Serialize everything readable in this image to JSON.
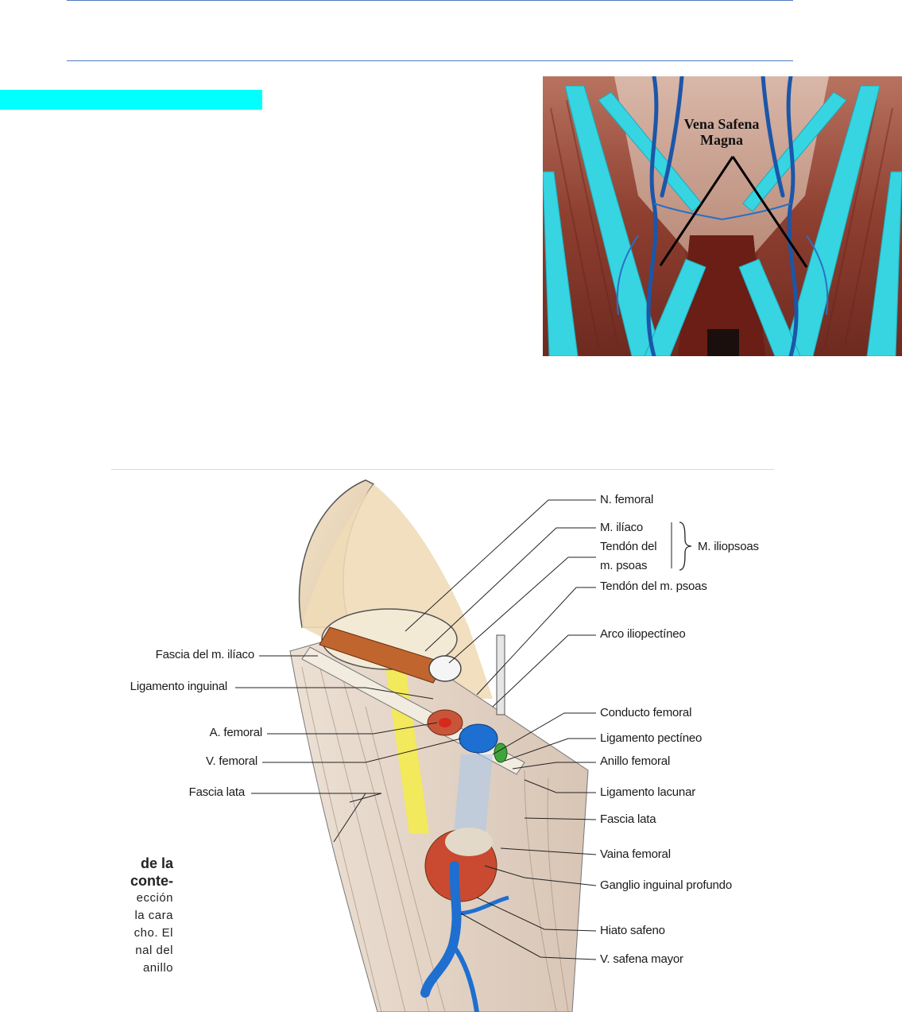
{
  "photo": {
    "label_line1": "Vena Safena",
    "label_line2": "Magna"
  },
  "drawing": {
    "right_labels": [
      "N. femoral",
      "M. ilíaco",
      "Tendón del",
      "m. psoas",
      "M. iliopsoas",
      "Tendón del m. psoas",
      "Arco iliopectíneo",
      "Conducto femoral",
      "Ligamento pectíneo",
      "Anillo femoral",
      "Ligamento lacunar",
      "Fascia lata",
      "Vaina femoral",
      "Ganglio inguinal profundo",
      "Hiato safeno",
      "V. safena mayor"
    ],
    "left_labels": [
      "Fascia del m. ilíaco",
      "Ligamento inguinal",
      "A. femoral",
      "V. femoral",
      "Fascia lata"
    ],
    "caption": {
      "line1": "de la",
      "line2": "conte-",
      "line3": "ección",
      "line4": "la cara",
      "line5": "cho. El",
      "line6": "nal del",
      "line7": "anillo"
    }
  },
  "colors": {
    "rule": "#4f7cc0",
    "highlight": "#00ffff",
    "muscle": "#8a3b2c",
    "vein_blue": "#1e6fd0",
    "cyan_model": "#35d3e0"
  }
}
